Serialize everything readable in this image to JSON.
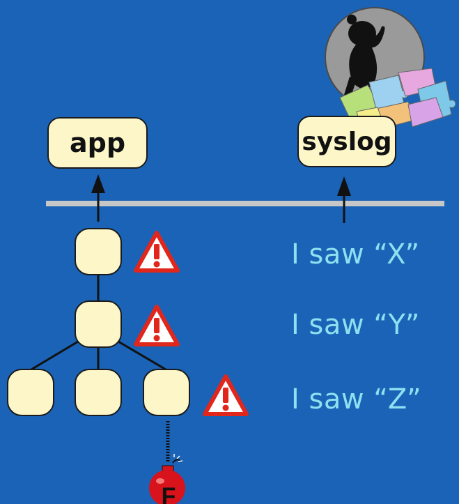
{
  "nodes": {
    "app_label": "app",
    "syslog_label": "syslog"
  },
  "messages": [
    "I saw “X”",
    "I saw “Y”",
    "I saw “Z”"
  ],
  "bomb": {
    "letter": "F"
  },
  "colors": {
    "background": "#1a63b7",
    "node_fill": "#fcf6c9",
    "message_text": "#8ee0f0",
    "warning_red": "#e1261c",
    "divider": "#c7c7c7",
    "bomb_red": "#d8131b"
  }
}
